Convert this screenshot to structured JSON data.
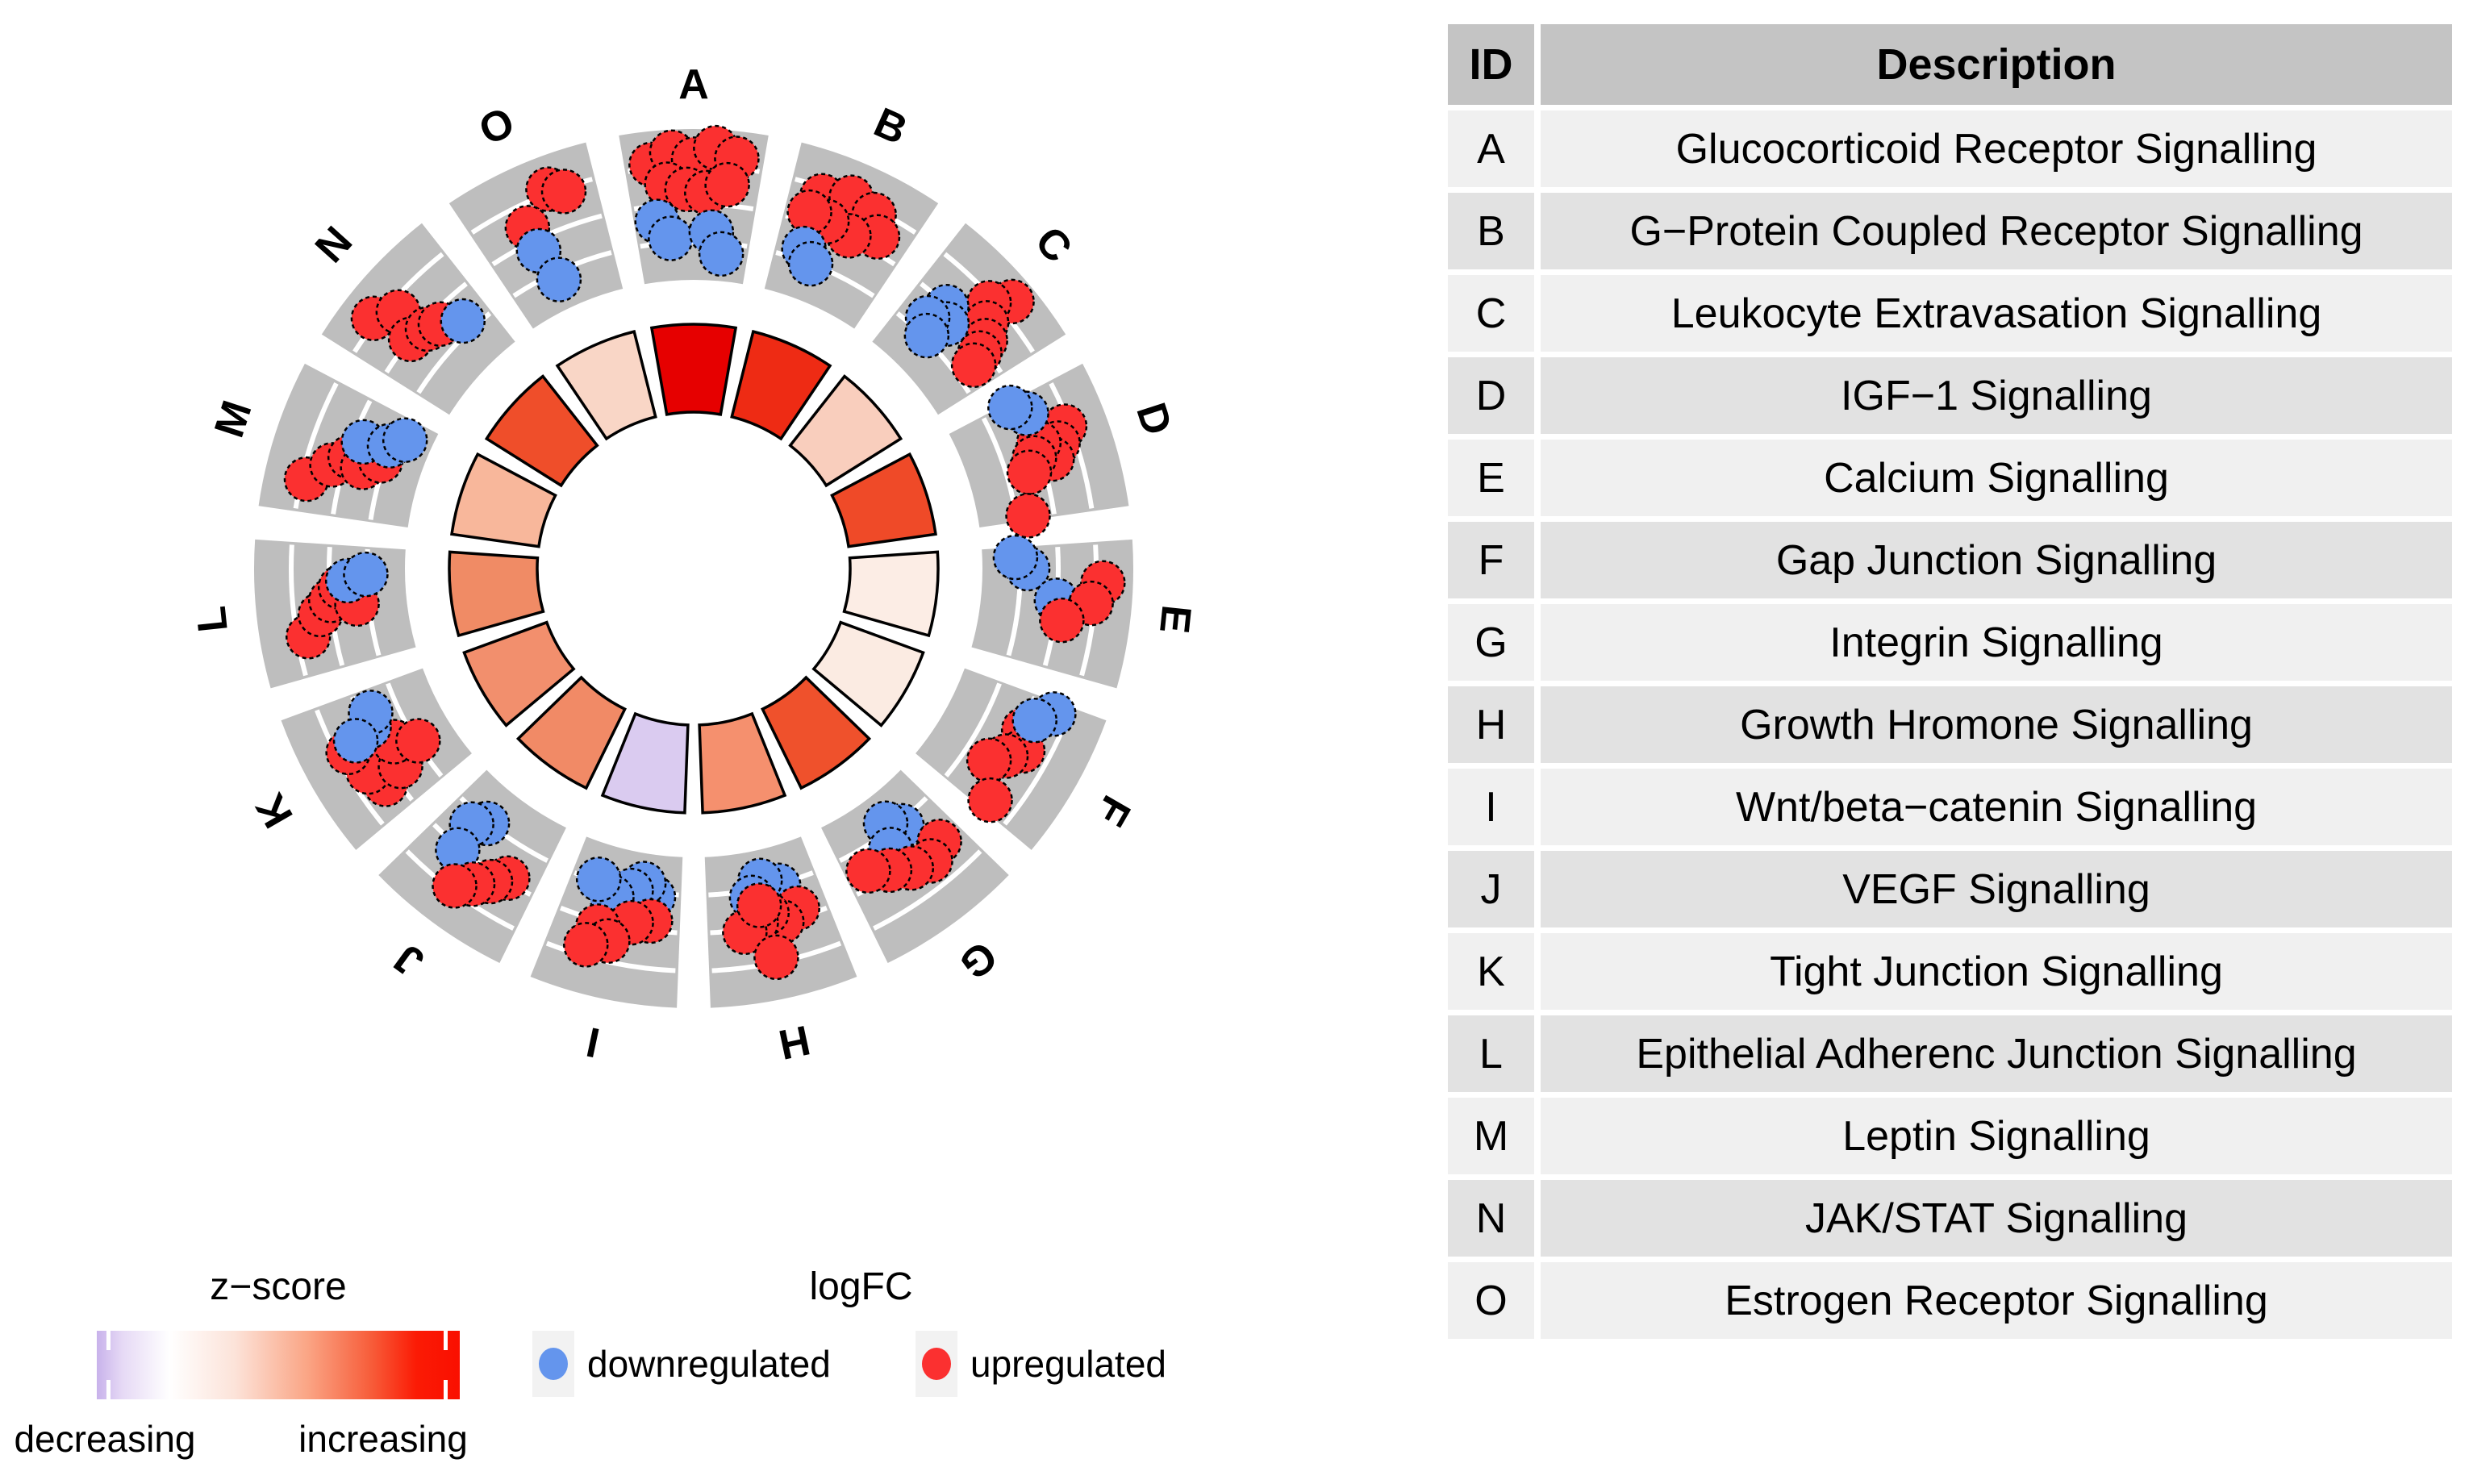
{
  "chart_data": {
    "type": "scatter",
    "variant": "GOCircle circular enrichment plot: outer grey ring of per-pathway gene scatter dots (radial position = logFC), inner ring of z-score colored wedges",
    "grid": "each grey sector divided into 4 radial bands by 3 white arc lines",
    "legend_position": "bottom-left",
    "colors": {
      "ring_gray": "#BEBEBE",
      "band_line": "#FFFFFF",
      "dot_stroke": "#000000",
      "wedge_stroke": "#000000",
      "label_color": "#000000"
    },
    "legend": {
      "zscore": {
        "title": "z−score",
        "left_label": "decreasing",
        "right_label": "increasing",
        "gradient": [
          "#C8B2EB",
          "#FFFFFF",
          "#FA0F00"
        ]
      },
      "logfc": {
        "title": "logFC",
        "down_label": "downregulated",
        "up_label": "upregulated",
        "down_color": "#6495ED",
        "up_color": "#FB3030"
      }
    },
    "sectors": [
      {
        "id": "A",
        "zscore_color": "#E60000",
        "dots": [
          {
            "a": -6,
            "f": 0.78,
            "t": "up"
          },
          {
            "a": -3,
            "f": 0.85,
            "t": "up"
          },
          {
            "a": 0,
            "f": 0.8,
            "t": "up"
          },
          {
            "a": 3,
            "f": 0.88,
            "t": "up"
          },
          {
            "a": 6,
            "f": 0.82,
            "t": "up"
          },
          {
            "a": -4,
            "f": 0.64,
            "t": "up"
          },
          {
            "a": -1,
            "f": 0.6,
            "t": "up"
          },
          {
            "a": 2,
            "f": 0.58,
            "t": "up"
          },
          {
            "a": 5,
            "f": 0.64,
            "t": "up"
          },
          {
            "a": -6,
            "f": 0.4,
            "t": "down"
          },
          {
            "a": -4,
            "f": 0.28,
            "t": "down"
          },
          {
            "a": 3,
            "f": 0.32,
            "t": "down"
          },
          {
            "a": 5,
            "f": 0.18,
            "t": "down"
          }
        ]
      },
      {
        "id": "B",
        "zscore_color": "#EE2B14",
        "dots": [
          {
            "a": -5,
            "f": 0.7,
            "t": "up"
          },
          {
            "a": -1,
            "f": 0.76,
            "t": "up"
          },
          {
            "a": 3,
            "f": 0.72,
            "t": "up"
          },
          {
            "a": 5,
            "f": 0.6,
            "t": "up"
          },
          {
            "a": 1,
            "f": 0.52,
            "t": "up"
          },
          {
            "a": -3,
            "f": 0.55,
            "t": "up"
          },
          {
            "a": -6,
            "f": 0.57,
            "t": "up"
          },
          {
            "a": -5,
            "f": 0.33,
            "t": "down"
          },
          {
            "a": -3,
            "f": 0.25,
            "t": "down"
          }
        ]
      },
      {
        "id": "C",
        "zscore_color": "#F9CEBD",
        "dots": [
          {
            "a": 2,
            "f": 0.84,
            "t": "up"
          },
          {
            "a": 0,
            "f": 0.72,
            "t": "up"
          },
          {
            "a": 2,
            "f": 0.62,
            "t": "up"
          },
          {
            "a": 4,
            "f": 0.54,
            "t": "up"
          },
          {
            "a": 5,
            "f": 0.46,
            "t": "up"
          },
          {
            "a": 6,
            "f": 0.38,
            "t": "up"
          },
          {
            "a": -4,
            "f": 0.5,
            "t": "down"
          },
          {
            "a": -2,
            "f": 0.42,
            "t": "down"
          },
          {
            "a": -5,
            "f": 0.36,
            "t": "down"
          },
          {
            "a": -3,
            "f": 0.27,
            "t": "down"
          }
        ]
      },
      {
        "id": "D",
        "zscore_color": "#EF4A28",
        "dots": [
          {
            "a": -3,
            "f": 0.72,
            "t": "up"
          },
          {
            "a": -1,
            "f": 0.64,
            "t": "up"
          },
          {
            "a": 1,
            "f": 0.57,
            "t": "up"
          },
          {
            "a": -2,
            "f": 0.52,
            "t": "up"
          },
          {
            "a": 0,
            "f": 0.46,
            "t": "up"
          },
          {
            "a": 2,
            "f": 0.4,
            "t": "up"
          },
          {
            "a": 9,
            "f": 0.33,
            "t": "up"
          },
          {
            "a": -7,
            "f": 0.52,
            "t": "down"
          },
          {
            "a": -9,
            "f": 0.44,
            "t": "down"
          }
        ]
      },
      {
        "id": "E",
        "zscore_color": "#FCEDE5",
        "dots": [
          {
            "a": -6,
            "f": 0.3,
            "t": "down"
          },
          {
            "a": -8,
            "f": 0.22,
            "t": "down"
          },
          {
            "a": -1,
            "f": 0.5,
            "t": "down"
          },
          {
            "a": -4,
            "f": 0.8,
            "t": "up"
          },
          {
            "a": -1,
            "f": 0.73,
            "t": "up"
          },
          {
            "a": 2,
            "f": 0.55,
            "t": "up"
          }
        ]
      },
      {
        "id": "F",
        "zscore_color": "#FBEBE2",
        "dots": [
          {
            "a": -4,
            "f": 0.52,
            "t": "up"
          },
          {
            "a": -1,
            "f": 0.58,
            "t": "up"
          },
          {
            "a": 1,
            "f": 0.5,
            "t": "up"
          },
          {
            "a": 3,
            "f": 0.42,
            "t": "up"
          },
          {
            "a": 8,
            "f": 0.58,
            "t": "up"
          },
          {
            "a": -8,
            "f": 0.66,
            "t": "down"
          },
          {
            "a": -6,
            "f": 0.56,
            "t": "down"
          }
        ]
      },
      {
        "id": "G",
        "zscore_color": "#EF512C",
        "dots": [
          {
            "a": -3,
            "f": 0.28,
            "t": "down"
          },
          {
            "a": -1,
            "f": 0.2,
            "t": "down"
          },
          {
            "a": 1,
            "f": 0.36,
            "t": "down"
          },
          {
            "a": -6,
            "f": 0.52,
            "t": "up"
          },
          {
            "a": -3,
            "f": 0.58,
            "t": "up"
          },
          {
            "a": 0,
            "f": 0.54,
            "t": "up"
          },
          {
            "a": 3,
            "f": 0.47,
            "t": "up"
          },
          {
            "a": 6,
            "f": 0.4,
            "t": "up"
          }
        ]
      },
      {
        "id": "H",
        "zscore_color": "#F5906E",
        "dots": [
          {
            "a": -3,
            "f": 0.26,
            "t": "down"
          },
          {
            "a": 0,
            "f": 0.2,
            "t": "down"
          },
          {
            "a": 2,
            "f": 0.3,
            "t": "down"
          },
          {
            "a": -5,
            "f": 0.44,
            "t": "up"
          },
          {
            "a": -2,
            "f": 0.5,
            "t": "up"
          },
          {
            "a": 0,
            "f": 0.42,
            "t": "up"
          },
          {
            "a": 2,
            "f": 0.47,
            "t": "up"
          },
          {
            "a": 4,
            "f": 0.52,
            "t": "up"
          },
          {
            "a": 1,
            "f": 0.36,
            "t": "up"
          },
          {
            "a": 0,
            "f": 0.72,
            "t": "up"
          }
        ]
      },
      {
        "id": "I",
        "zscore_color": "#DACBF0",
        "dots": [
          {
            "a": -5,
            "f": 0.28,
            "t": "down"
          },
          {
            "a": -3,
            "f": 0.2,
            "t": "down"
          },
          {
            "a": -1,
            "f": 0.26,
            "t": "down"
          },
          {
            "a": 2,
            "f": 0.33,
            "t": "down"
          },
          {
            "a": 5,
            "f": 0.24,
            "t": "down"
          },
          {
            "a": -5,
            "f": 0.44,
            "t": "up"
          },
          {
            "a": -2,
            "f": 0.47,
            "t": "up"
          },
          {
            "a": 3,
            "f": 0.54,
            "t": "up"
          },
          {
            "a": 1,
            "f": 0.62,
            "t": "up"
          },
          {
            "a": 4,
            "f": 0.68,
            "t": "up"
          }
        ]
      },
      {
        "id": "J",
        "zscore_color": "#F18A66",
        "dots": [
          {
            "a": 3,
            "f": 0.26,
            "t": "down"
          },
          {
            "a": 5,
            "f": 0.33,
            "t": "down"
          },
          {
            "a": 4,
            "f": 0.52,
            "t": "down"
          },
          {
            "a": -5,
            "f": 0.48,
            "t": "up"
          },
          {
            "a": -3,
            "f": 0.56,
            "t": "up"
          },
          {
            "a": -1,
            "f": 0.64,
            "t": "up"
          },
          {
            "a": 1,
            "f": 0.72,
            "t": "up"
          }
        ]
      },
      {
        "id": "K",
        "zscore_color": "#F28F6D",
        "dots": [
          {
            "a": -5,
            "f": 0.58,
            "t": "up"
          },
          {
            "a": -2,
            "f": 0.63,
            "t": "up"
          },
          {
            "a": 2,
            "f": 0.68,
            "t": "up"
          },
          {
            "a": -4,
            "f": 0.43,
            "t": "up"
          },
          {
            "a": 0,
            "f": 0.38,
            "t": "up"
          },
          {
            "a": -2,
            "f": 0.24,
            "t": "up"
          },
          {
            "a": 4,
            "f": 0.48,
            "t": "down"
          },
          {
            "a": 6,
            "f": 0.43,
            "t": "down"
          },
          {
            "a": 3,
            "f": 0.6,
            "t": "down"
          }
        ]
      },
      {
        "id": "L",
        "zscore_color": "#F08B65",
        "dots": [
          {
            "a": -4,
            "f": 0.68,
            "t": "up"
          },
          {
            "a": -1,
            "f": 0.58,
            "t": "up"
          },
          {
            "a": 1,
            "f": 0.5,
            "t": "up"
          },
          {
            "a": 3,
            "f": 0.43,
            "t": "up"
          },
          {
            "a": 0,
            "f": 0.33,
            "t": "up"
          },
          {
            "a": 4,
            "f": 0.38,
            "t": "down"
          },
          {
            "a": 5,
            "f": 0.26,
            "t": "down"
          }
        ]
      },
      {
        "id": "M",
        "zscore_color": "#F8B79B",
        "dots": [
          {
            "a": -5,
            "f": 0.72,
            "t": "up"
          },
          {
            "a": -2,
            "f": 0.58,
            "t": "up"
          },
          {
            "a": 0,
            "f": 0.48,
            "t": "up"
          },
          {
            "a": -1,
            "f": 0.38,
            "t": "up"
          },
          {
            "a": 1,
            "f": 0.28,
            "t": "up"
          },
          {
            "a": 3,
            "f": 0.43,
            "t": "down"
          },
          {
            "a": 4,
            "f": 0.26,
            "t": "down"
          },
          {
            "a": 6,
            "f": 0.18,
            "t": "down"
          }
        ]
      },
      {
        "id": "N",
        "zscore_color": "#EF4E2A",
        "dots": [
          {
            "a": -4,
            "f": 0.78,
            "t": "up"
          },
          {
            "a": -1,
            "f": 0.68,
            "t": "up"
          },
          {
            "a": -3,
            "f": 0.5,
            "t": "up"
          },
          {
            "a": 0,
            "f": 0.46,
            "t": "up"
          },
          {
            "a": 2,
            "f": 0.42,
            "t": "up"
          },
          {
            "a": 5,
            "f": 0.33,
            "t": "down"
          }
        ]
      },
      {
        "id": "O",
        "zscore_color": "#F9D6C6",
        "dots": [
          {
            "a": 3,
            "f": 0.78,
            "t": "up"
          },
          {
            "a": 5,
            "f": 0.73,
            "t": "up"
          },
          {
            "a": -2,
            "f": 0.6,
            "t": "up"
          },
          {
            "a": -2,
            "f": 0.43,
            "t": "down"
          },
          {
            "a": -1,
            "f": 0.2,
            "t": "down"
          }
        ]
      }
    ]
  },
  "table": {
    "headers": [
      "ID",
      "Description"
    ],
    "header_bg": "#C4C4C4",
    "row_bg_odd": "#F0F0F0",
    "row_bg_even": "#E2E2E2",
    "rows": [
      [
        "A",
        "Glucocorticoid Receptor Signalling"
      ],
      [
        "B",
        "G−Protein Coupled Receptor Signalling"
      ],
      [
        "C",
        "Leukocyte Extravasation Signalling"
      ],
      [
        "D",
        "IGF−1 Signalling"
      ],
      [
        "E",
        "Calcium Signalling"
      ],
      [
        "F",
        "Gap Junction Signalling"
      ],
      [
        "G",
        "Integrin Signalling"
      ],
      [
        "H",
        "Growth Hromone Signalling"
      ],
      [
        "I",
        "Wnt/beta−catenin Signalling"
      ],
      [
        "J",
        "VEGF Signalling"
      ],
      [
        "K",
        "Tight Junction Signalling"
      ],
      [
        "L",
        "Epithelial Adherenc Junction Signalling"
      ],
      [
        "M",
        "Leptin Signalling"
      ],
      [
        "N",
        "JAK/STAT Signalling"
      ],
      [
        "O",
        "Estrogen Receptor Signalling"
      ]
    ]
  }
}
